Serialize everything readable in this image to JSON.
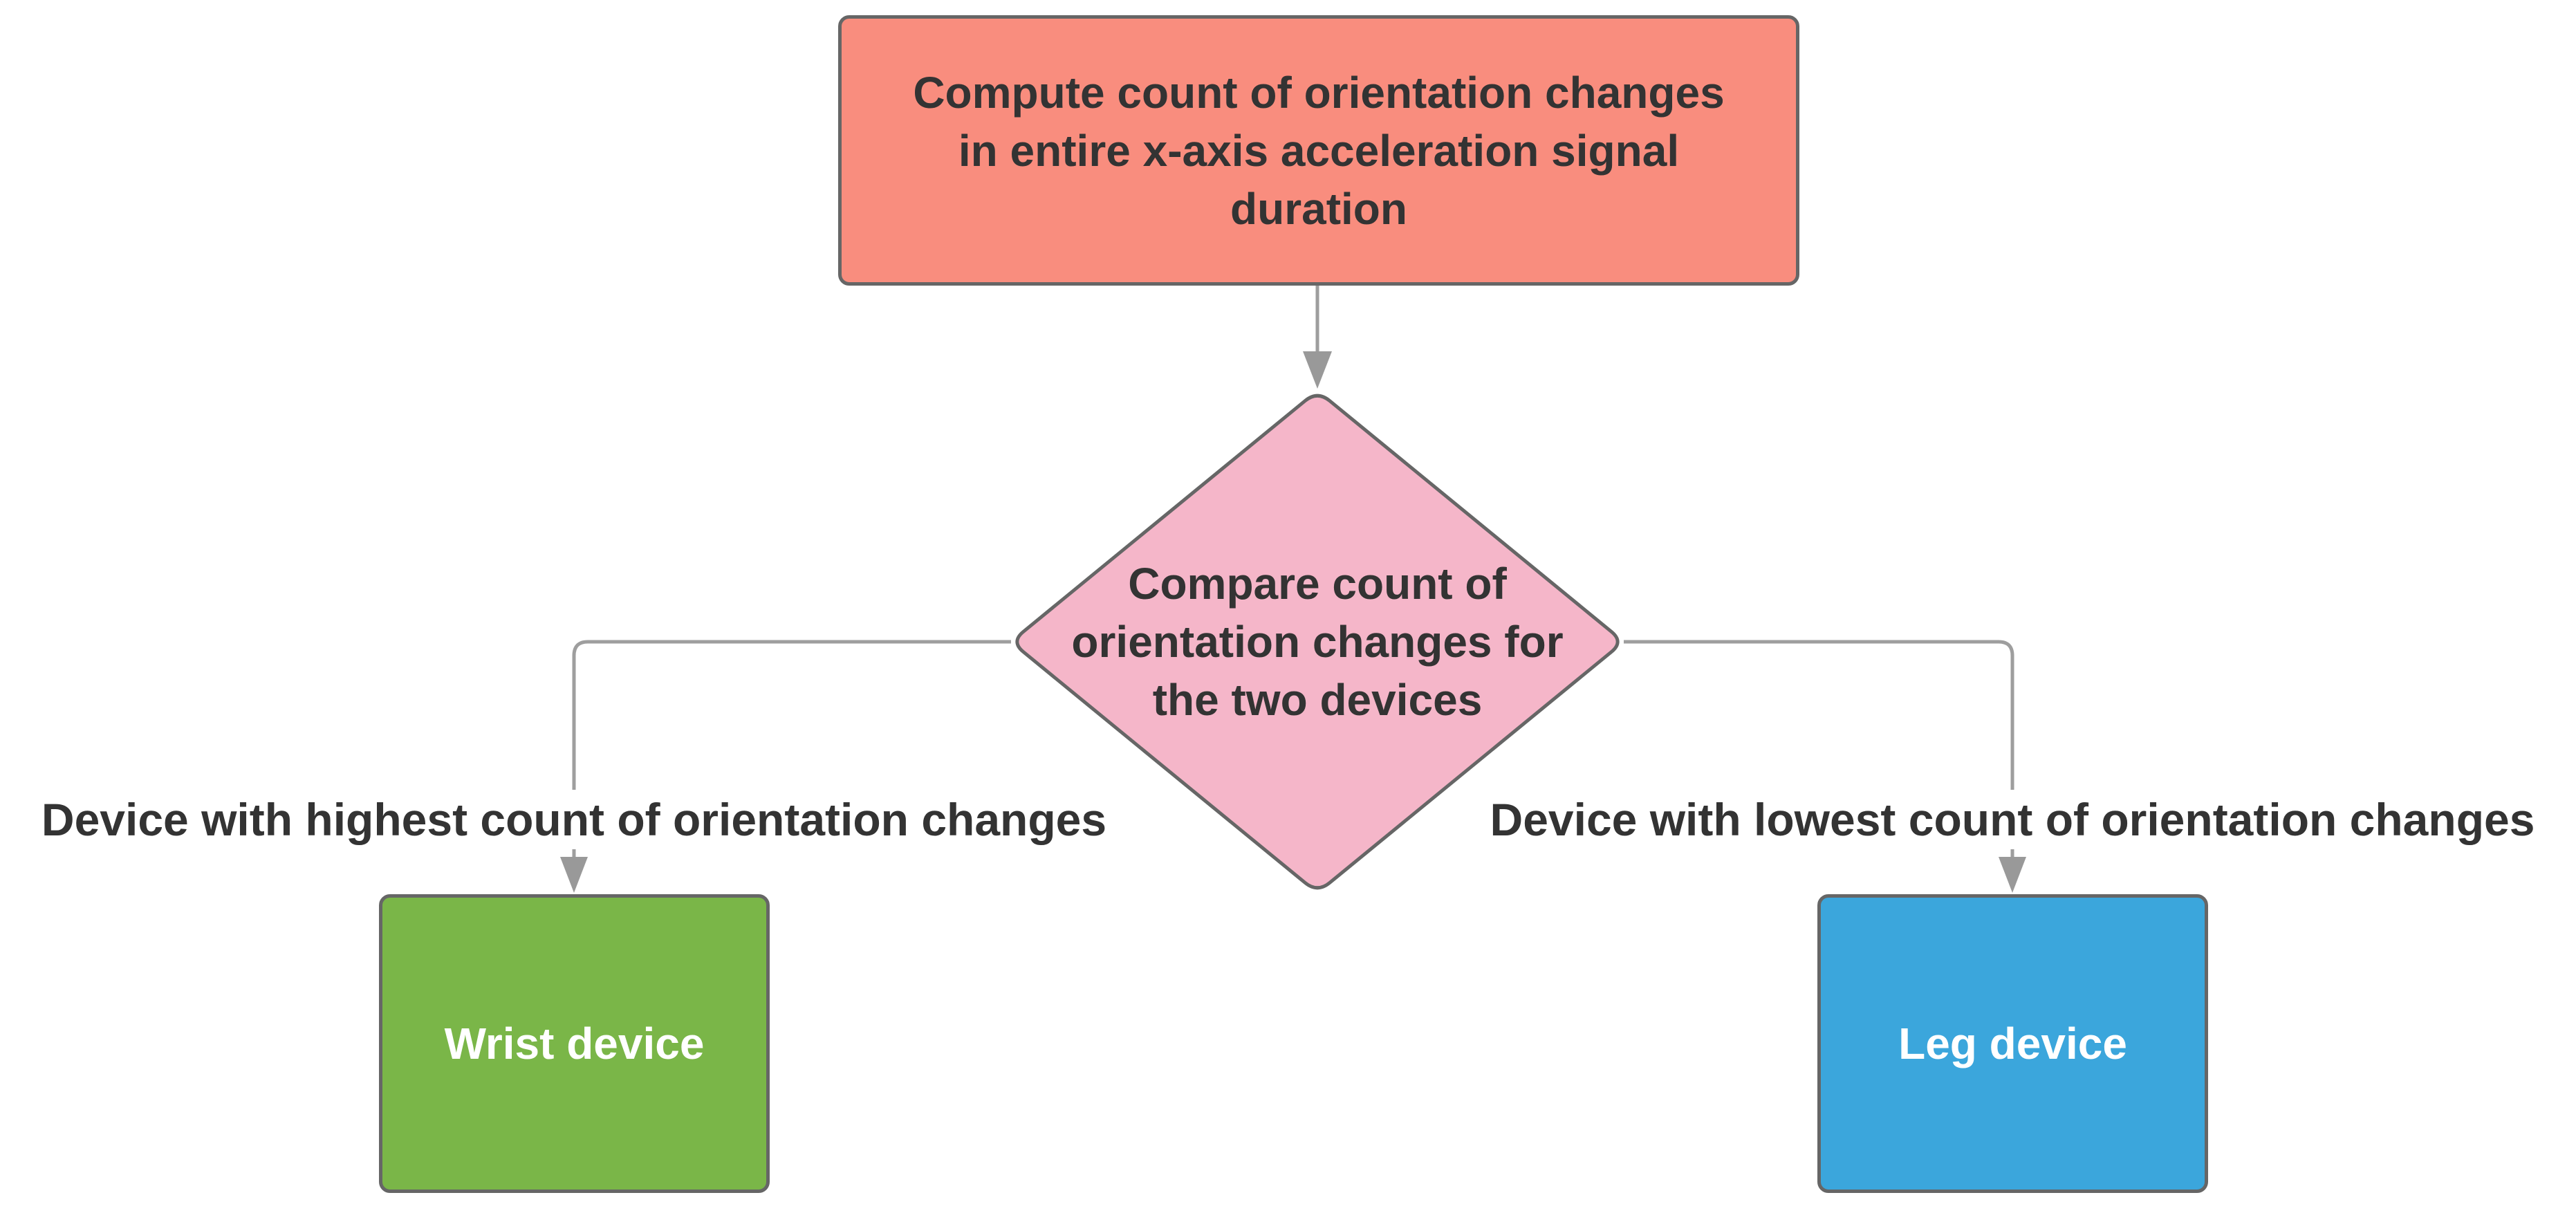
{
  "canvas": {
    "width": "3725",
    "height": "1780",
    "background": "#ffffff"
  },
  "palette": {
    "node_border": "#666666",
    "connector": "#9e9e9e",
    "arrowhead": "#999999",
    "dark_text": "#333333",
    "light_text": "#ffffff"
  },
  "nodes": {
    "compute_step": {
      "fill": "#f98d7e",
      "lines": [
        "Compute count of orientation changes",
        "in entire x-axis acceleration signal",
        "duration"
      ]
    },
    "compare_decision": {
      "fill": "#f5b6c9",
      "lines": [
        "Compare count of",
        "orientation changes for",
        "the two devices"
      ]
    },
    "wrist_device": {
      "fill": "#7ab648",
      "label": "Wrist device"
    },
    "leg_device": {
      "fill": "#3ba6dc",
      "label": "Leg device"
    }
  },
  "edges": {
    "highest_label": "Device with highest count of orientation changes",
    "lowest_label": "Device with lowest count of orientation changes"
  }
}
